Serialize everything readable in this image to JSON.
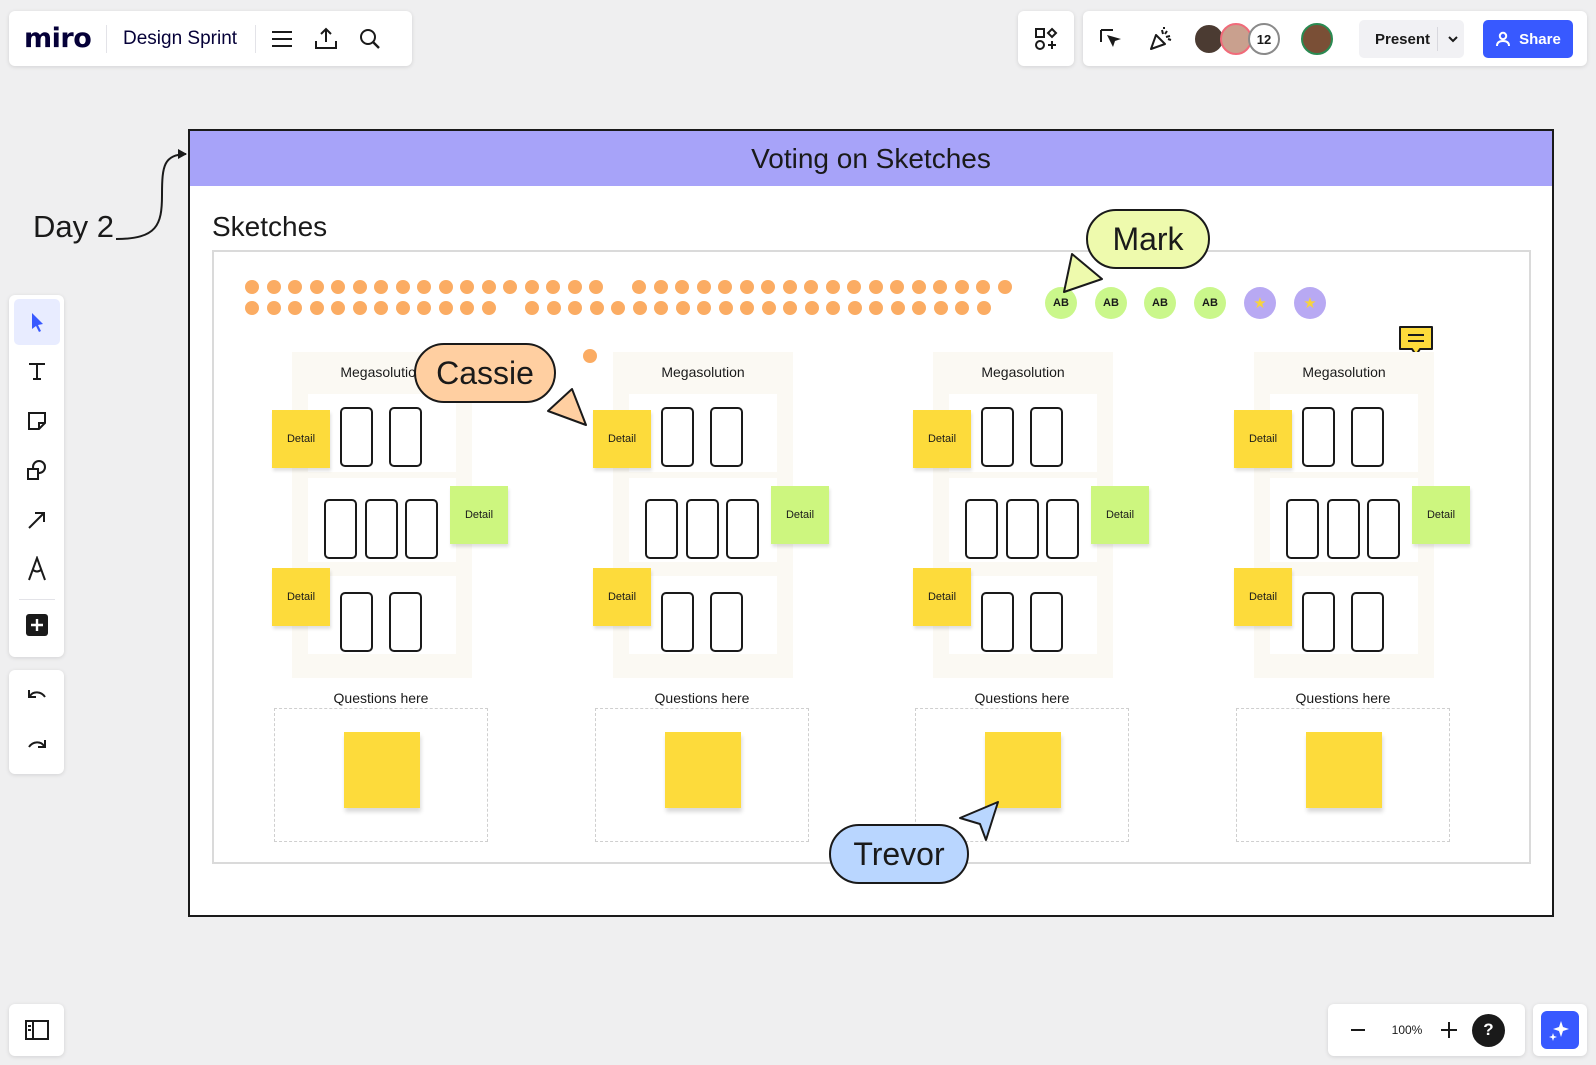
{
  "app": {
    "logo": "miro",
    "board_title": "Design Sprint"
  },
  "topbar": {
    "collaborator_count": "12",
    "present_label": "Present",
    "share_label": "Share"
  },
  "frame": {
    "title": "Voting on Sketches",
    "day_label": "Day 2",
    "section_label": "Sketches"
  },
  "voters": [
    "AB",
    "AB",
    "AB",
    "AB",
    "★",
    "★"
  ],
  "columns": [
    {
      "title": "Megasolution",
      "detail_top": "Detail",
      "detail_mid": "Detail",
      "detail_bottom": "Detail",
      "questions": "Questions here"
    },
    {
      "title": "Megasolution",
      "detail_top": "Detail",
      "detail_mid": "Detail",
      "detail_bottom": "Detail",
      "questions": "Questions here"
    },
    {
      "title": "Megasolution",
      "detail_top": "Detail",
      "detail_mid": "Detail",
      "detail_bottom": "Detail",
      "questions": "Questions here"
    },
    {
      "title": "Megasolution",
      "detail_top": "Detail",
      "detail_mid": "Detail",
      "detail_bottom": "Detail",
      "questions": "Questions here"
    }
  ],
  "cursors": [
    {
      "name": "Mark",
      "color": "#eefaad"
    },
    {
      "name": "Cassie",
      "color": "#ffcfa1"
    },
    {
      "name": "Trevor",
      "color": "#b9d6ff"
    }
  ],
  "zoom": {
    "level": "100%",
    "help": "?"
  },
  "colors": {
    "accent": "#3859ff",
    "frame_header": "#a7a3f9",
    "dot": "#fbac63",
    "sticky_yellow": "#fddb3b",
    "sticky_green": "#cdf67f"
  },
  "icons": [
    "menu-icon",
    "upload-icon",
    "search-icon",
    "apps-icon",
    "cursor-follow-icon",
    "celebrate-icon",
    "chevron-down-icon",
    "user-icon",
    "select-icon",
    "text-icon",
    "sticky-note-icon",
    "shapes-icon",
    "arrow-icon",
    "pen-icon",
    "plus-icon",
    "undo-icon",
    "redo-icon",
    "panel-icon",
    "minus-icon",
    "sparkle-icon",
    "comment-icon"
  ]
}
